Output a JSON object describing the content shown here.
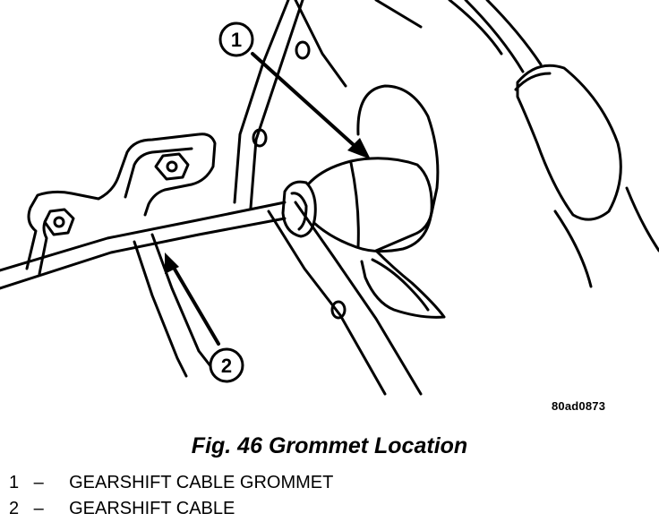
{
  "diagram": {
    "figure_code": "80ad0873",
    "callouts": [
      {
        "number": "1"
      },
      {
        "number": "2"
      }
    ]
  },
  "caption": {
    "label": "Fig. 46",
    "title": "Grommet Location"
  },
  "legend": {
    "items": [
      {
        "number": "1",
        "separator": "–",
        "text": "GEARSHIFT CABLE GROMMET"
      },
      {
        "number": "2",
        "separator": "–",
        "text": "GEARSHIFT CABLE"
      }
    ]
  }
}
